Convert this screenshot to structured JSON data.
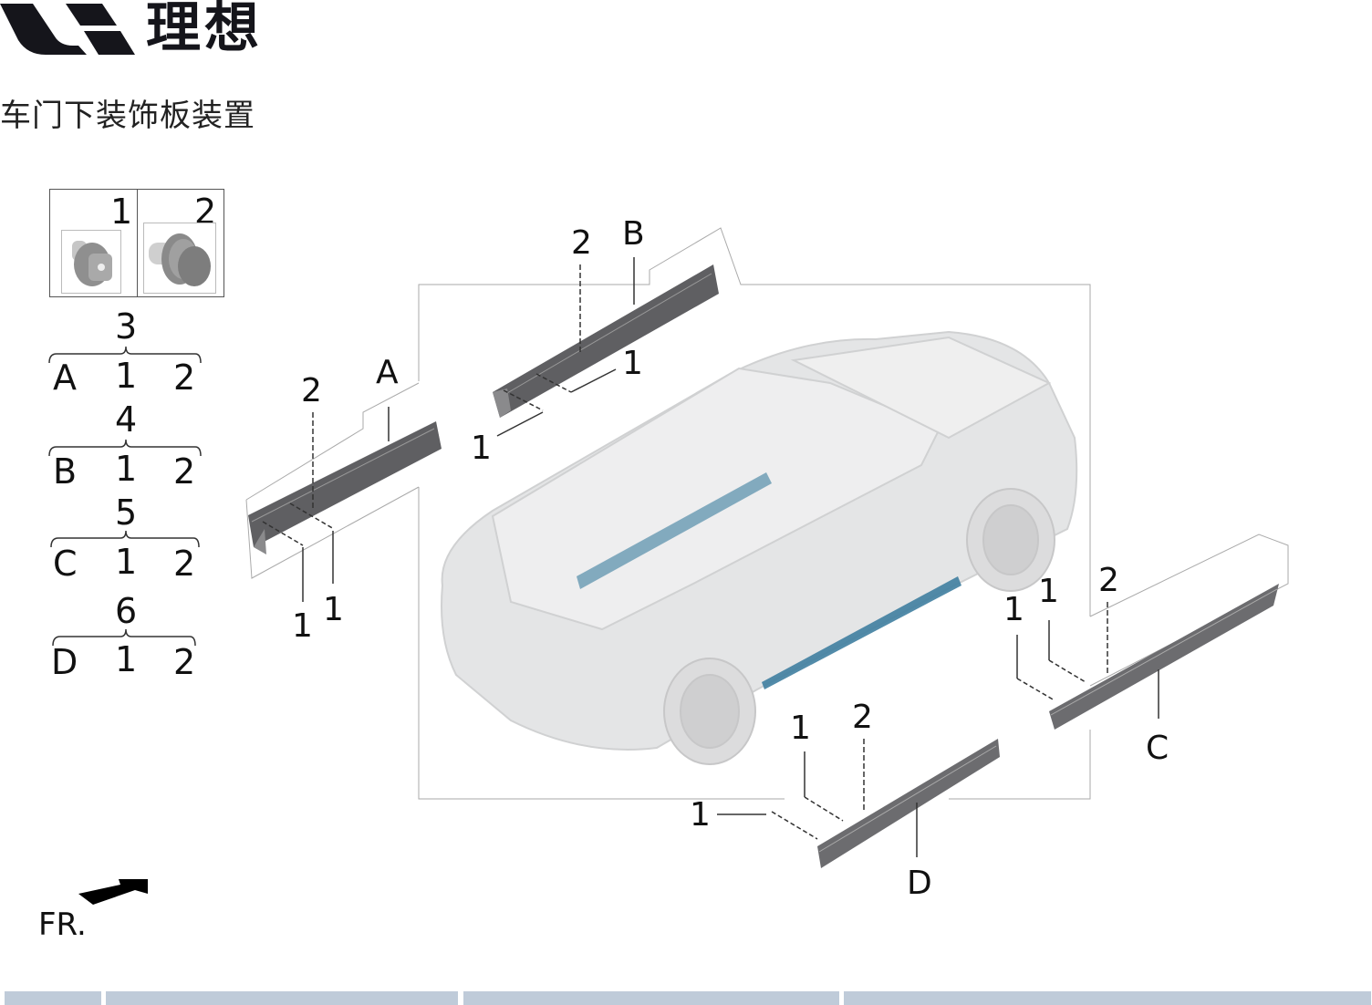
{
  "header": {
    "brand_name": "理想",
    "logo_icon": "li-auto-logo-icon",
    "page_title": "车门下装饰板装置"
  },
  "parts_legend": {
    "fasteners": [
      {
        "number": "1",
        "icon": "clip-fastener-icon"
      },
      {
        "number": "2",
        "icon": "push-pin-fastener-icon"
      }
    ],
    "assemblies": [
      {
        "number": "3",
        "part": "A",
        "fastener_1": "1",
        "fastener_2": "2"
      },
      {
        "number": "4",
        "part": "B",
        "fastener_1": "1",
        "fastener_2": "2"
      },
      {
        "number": "5",
        "part": "C",
        "fastener_1": "1",
        "fastener_2": "2"
      },
      {
        "number": "6",
        "part": "D",
        "fastener_1": "1",
        "fastener_2": "2"
      }
    ]
  },
  "diagram": {
    "part_A": {
      "label": "A",
      "callouts": [
        "2",
        "1",
        "1"
      ]
    },
    "part_B": {
      "label": "B",
      "callouts": [
        "2",
        "1",
        "1"
      ]
    },
    "part_C": {
      "label": "C",
      "callouts": [
        "1",
        "1",
        "2"
      ]
    },
    "part_D": {
      "label": "D",
      "callouts": [
        "1",
        "1",
        "2"
      ]
    },
    "highlight_color": "#4a87a8",
    "vehicle_color": "#e4e5e6"
  },
  "orientation": {
    "label": "FR.",
    "icon": "front-arrow-icon"
  },
  "footer": {
    "cell_color": "#bfcbd9"
  }
}
